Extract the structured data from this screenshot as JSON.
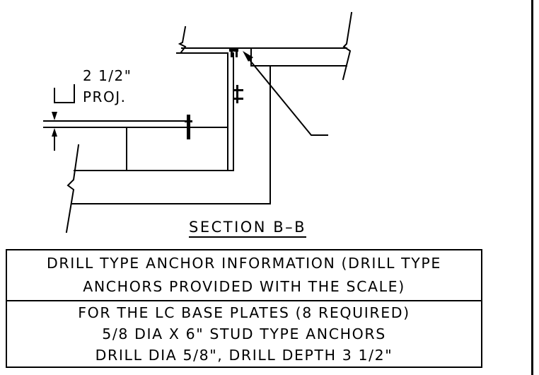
{
  "dimension": {
    "value": "2 1/2\"",
    "label": "PROJ."
  },
  "section_title": "SECTION B–B",
  "anchor_table": {
    "header_lines": [
      "DRILL TYPE ANCHOR INFORMATION (DRILL TYPE",
      "ANCHORS PROVIDED WITH THE SCALE)"
    ],
    "body_lines": [
      "FOR THE LC BASE PLATES (8 REQUIRED)",
      "5/8 DIA X 6\" STUD TYPE ANCHORS",
      "DRILL DIA 5/8\", DRILL DEPTH 3 1/2\""
    ]
  }
}
